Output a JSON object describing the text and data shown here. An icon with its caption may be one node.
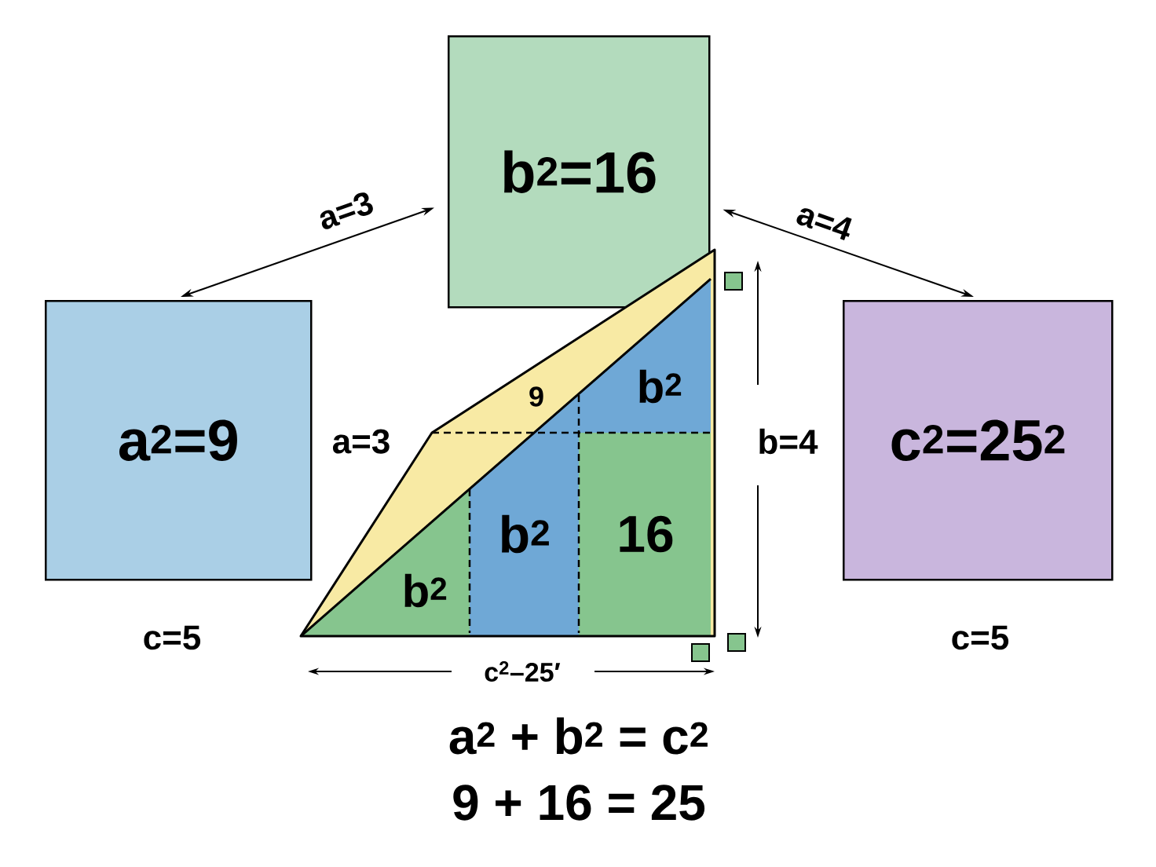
{
  "diagram": {
    "nodes": [
      {
        "text": [
          "b$^{2}$=16"
        ]
      },
      {
        "text": [
          "a$^{2}$=9"
        ]
      },
      {
        "text": [
          "c$^{2}$=25$^{2}$"
        ]
      }
    ],
    "edges": [
      {
        "from": 1,
        "to": 0,
        "arrow": "both",
        "label": "a=3"
      },
      {
        "from": 0,
        "to": 2,
        "arrow": "both",
        "label": "a=4"
      }
    ],
    "labels": [
      "a=3",
      "9",
      "b$^{2}$",
      "b=4",
      "b$^{2}$",
      "16",
      "b$^{2}$",
      "c=5",
      "c=5",
      "c$^{2}$–25′",
      "a$^{2}$ + b$^{2}$ = c$^{2}$",
      "9 + 16 = 25"
    ]
  }
}
